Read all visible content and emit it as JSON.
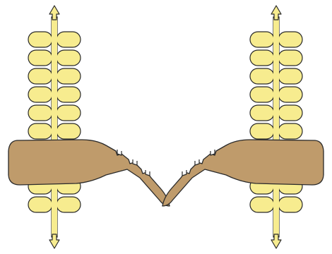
{
  "colors": {
    "background": "#ffffff",
    "comb_fill": "#f7ec8f",
    "comb_stroke": "#2a2a2a",
    "clamp_fill": "#bf9b6b",
    "clamp_stroke": "#2a2a2a"
  },
  "diagram": {
    "combs": [
      {
        "name": "left-comb",
        "side": "left",
        "teeth_pairs": 10
      },
      {
        "name": "right-comb",
        "side": "right",
        "teeth_pairs": 10
      }
    ],
    "clamps": [
      {
        "name": "left-clamp",
        "side": "left",
        "arm_direction": "down-right",
        "arm_notches": 3
      },
      {
        "name": "right-clamp",
        "side": "right",
        "arm_direction": "down-left",
        "arm_notches": 3
      }
    ]
  }
}
